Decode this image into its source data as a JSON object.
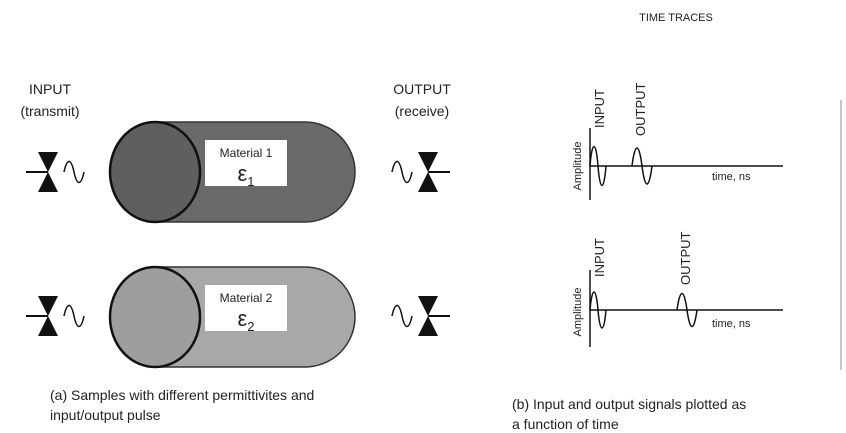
{
  "left_panel": {
    "input_label": "INPUT",
    "input_sub": "(transmit)",
    "output_label": "OUTPUT",
    "output_sub": "(receive)",
    "samples": [
      {
        "material": "Material 1",
        "symbol": "ε",
        "subscript": "1",
        "color": "#6a6a6a",
        "face_color": "#5f5f5f"
      },
      {
        "material": "Material 2",
        "symbol": "ε",
        "subscript": "2",
        "color": "#a8a8a8",
        "face_color": "#9e9e9e"
      }
    ],
    "caption_line1": "(a) Samples with different permittivites and",
    "caption_line2": "input/output pulse"
  },
  "right_panel": {
    "title": "TIME TRACES",
    "traces": [
      {
        "y_label": "Amplitude",
        "x_label": "time, ns",
        "input_label": "INPUT",
        "output_label": "OUTPUT"
      },
      {
        "y_label": "Amplitude",
        "x_label": "time, ns",
        "input_label": "INPUT",
        "output_label": "OUTPUT"
      }
    ],
    "caption_line1": "(b) Input and output signals plotted as",
    "caption_line2": "a function of time"
  }
}
